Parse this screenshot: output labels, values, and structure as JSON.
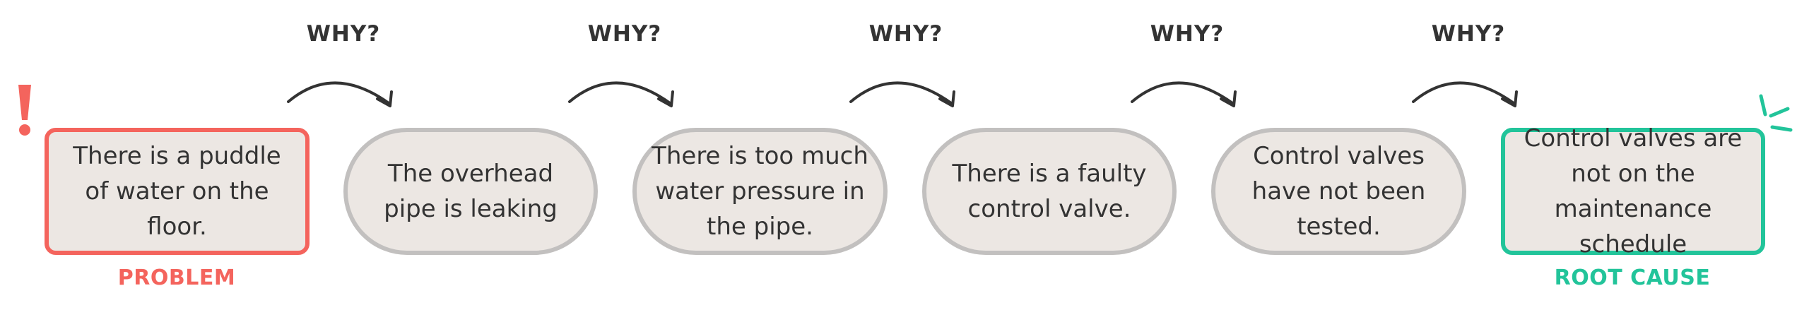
{
  "colors": {
    "problem": "#f4645d",
    "root_cause": "#22c49a",
    "pill_border": "#c2c0bf",
    "box_fill": "#ece7e3",
    "text": "#333333"
  },
  "why_label": "WHY?",
  "steps": [
    {
      "text": "There is a puddle of water on the floor."
    },
    {
      "text": "The overhead pipe is leaking"
    },
    {
      "text": "There is too much water pressure in the pipe."
    },
    {
      "text": "There is a faulty control valve."
    },
    {
      "text": "Control valves have not been tested."
    },
    {
      "text": "Control valves are not on the maintenance schedule"
    }
  ],
  "problem_label": "PROBLEM",
  "root_cause_label": "ROOT CAUSE",
  "icons": [
    "exclamation-icon",
    "sparkle-icon",
    "curved-arrow-icon"
  ]
}
